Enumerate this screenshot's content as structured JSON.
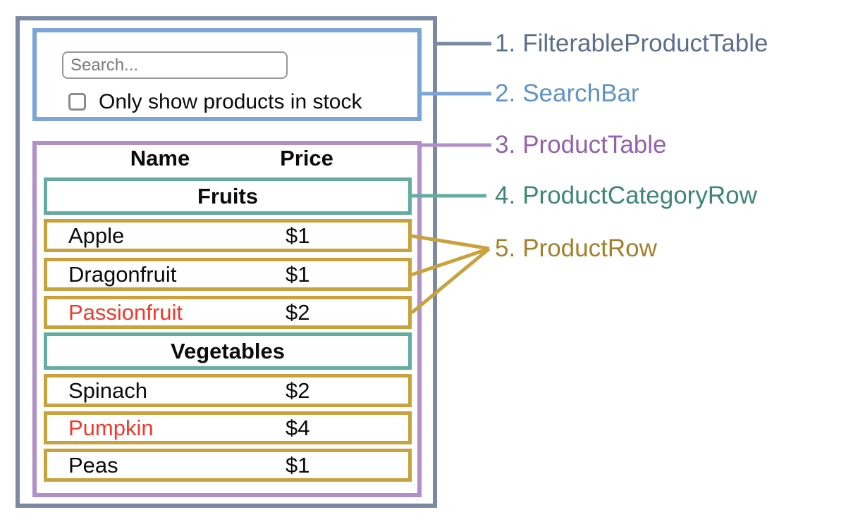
{
  "labels": [
    {
      "num": "1.",
      "name": "FilterableProductTable",
      "color": "#5a6e8c"
    },
    {
      "num": "2.",
      "name": "SearchBar",
      "color": "#5f93c9"
    },
    {
      "num": "3.",
      "name": "ProductTable",
      "color": "#9361ad"
    },
    {
      "num": "4.",
      "name": "ProductCategoryRow",
      "color": "#3d8677"
    },
    {
      "num": "5.",
      "name": "ProductRow",
      "color": "#a5802a"
    }
  ],
  "search": {
    "placeholder": "Search...",
    "checkbox_label": "Only show products in stock",
    "checkbox_checked": false
  },
  "table": {
    "headers": [
      "Name",
      "Price"
    ],
    "groups": [
      {
        "category": "Fruits",
        "rows": [
          {
            "name": "Apple",
            "price": "$1",
            "out_of_stock": false
          },
          {
            "name": "Dragonfruit",
            "price": "$1",
            "out_of_stock": false
          },
          {
            "name": "Passionfruit",
            "price": "$2",
            "out_of_stock": true
          }
        ]
      },
      {
        "category": "Vegetables",
        "rows": [
          {
            "name": "Spinach",
            "price": "$2",
            "out_of_stock": false
          },
          {
            "name": "Pumpkin",
            "price": "$4",
            "out_of_stock": true
          },
          {
            "name": "Peas",
            "price": "$1",
            "out_of_stock": false
          }
        ]
      }
    ]
  },
  "colors": {
    "container_border": "#7b89a4",
    "searchbar_border": "#7ba4d7",
    "table_border": "#b18fc8",
    "category_border": "#65aca0",
    "row_border": "#c9a23d",
    "out_of_stock_text": "#f2392c"
  }
}
